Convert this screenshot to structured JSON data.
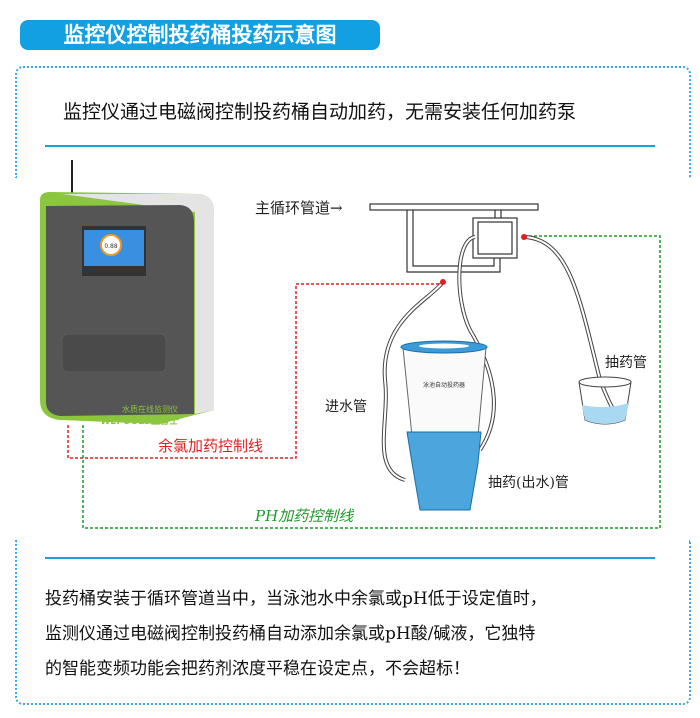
{
  "title": "监控仪控制投药桶投药示意图",
  "intro": "监控仪通过电磁阀控制投药桶自动加药，无需安装任何加药泵",
  "diagram": {
    "main_pipe": "主循环管道→",
    "inlet_pipe": "进水管",
    "outlet_pipe": "抽药(出水)管",
    "suction_pipe": "抽药管",
    "chlorine_line": "余氯加药控制线",
    "ph_line": "PH加药控制线",
    "device_name": "水质在线监测仪",
    "device_brand": "WEPOOLS卫普士",
    "screen_value": "0.88",
    "bucket_label": "泳池自动投药器",
    "colors": {
      "chlorine_line": "#e02020",
      "ph_line": "#1f9a2a",
      "accent": "#13a0e3",
      "device_green": "#8cc63f"
    }
  },
  "description": [
    "投药桶安装于循环管道当中，当泳池水中余氯或pH低于设定值时，",
    "监测仪通过电磁阀控制投药桶自动添加余氯或pH酸/碱液，它独特",
    "的智能变频功能会把药剂浓度平稳在设定点，不会超标！"
  ]
}
